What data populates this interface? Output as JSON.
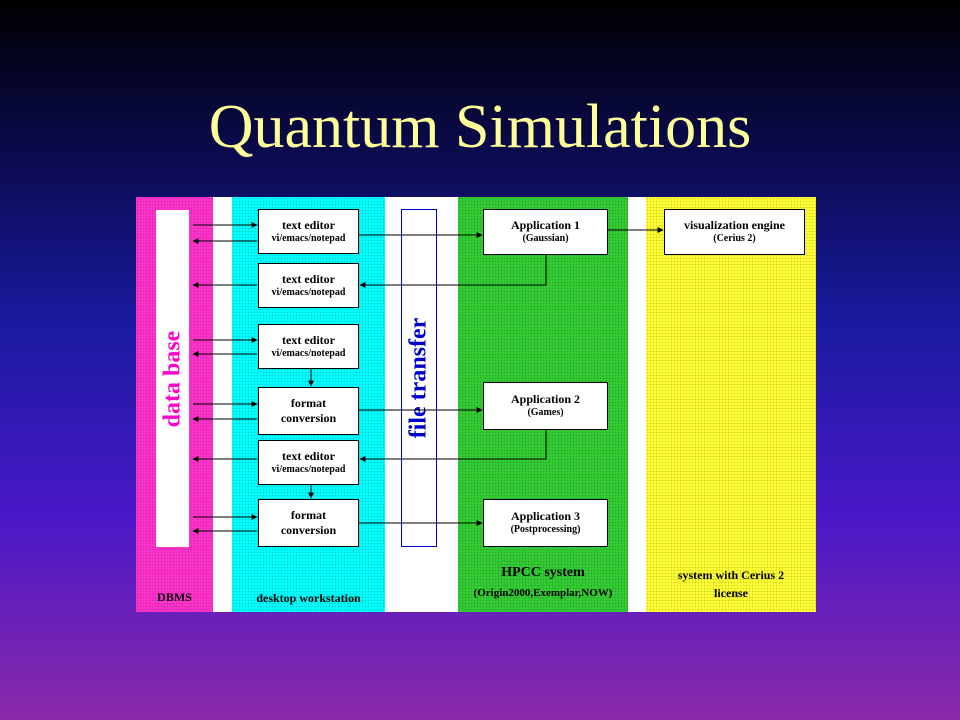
{
  "slide": {
    "title": "Quantum Simulations"
  },
  "colors": {
    "dbms_zone": "#ff33cc",
    "desktop_zone": "#00ffff",
    "hpcc_zone": "#33cc33",
    "cerius_zone": "#ffff33",
    "database_text": "#ff00cc",
    "file_transfer_text": "#0000cc",
    "title": "#ffff99"
  },
  "diagram": {
    "database_label": "data base",
    "file_transfer_label": "file transfer",
    "zones": {
      "dbms": {
        "label": "DBMS"
      },
      "desktop": {
        "label": "desktop workstation"
      },
      "hpcc": {
        "label": "HPCC system",
        "sublabel": "(Origin2000,Exemplar,NOW)"
      },
      "cerius": {
        "label_line1": "system with Cerius 2",
        "label_line2": "license"
      }
    },
    "desktop_boxes": [
      {
        "line1": "text editor",
        "line2": "vi/emacs/notepad"
      },
      {
        "line1": "text editor",
        "line2": "vi/emacs/notepad"
      },
      {
        "line1": "text editor",
        "line2": "vi/emacs/notepad"
      },
      {
        "line1": "format",
        "line2": "conversion"
      },
      {
        "line1": "text editor",
        "line2": "vi/emacs/notepad"
      },
      {
        "line1": "format",
        "line2": "conversion"
      }
    ],
    "applications": [
      {
        "line1": "Application  1",
        "line2": "(Gaussian)"
      },
      {
        "line1": "Application  2",
        "line2": "(Games)"
      },
      {
        "line1": "Application  3",
        "line2": "(Postprocessing)"
      }
    ],
    "visualization": {
      "line1": "visualization  engine",
      "line2": "(Cerius 2)"
    }
  }
}
